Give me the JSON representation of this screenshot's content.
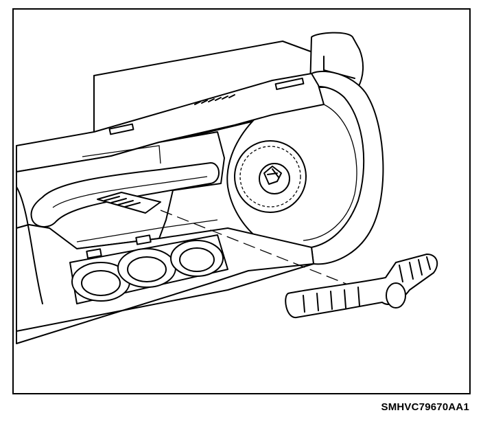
{
  "figure": {
    "caption": "SMHVC79670AA1",
    "colors": {
      "stroke": "#000000",
      "background": "#ffffff"
    },
    "icons": [
      "hvac-control-panel-illustration",
      "temperature-cable-illustration",
      "control-knob-gear-illustration"
    ]
  }
}
